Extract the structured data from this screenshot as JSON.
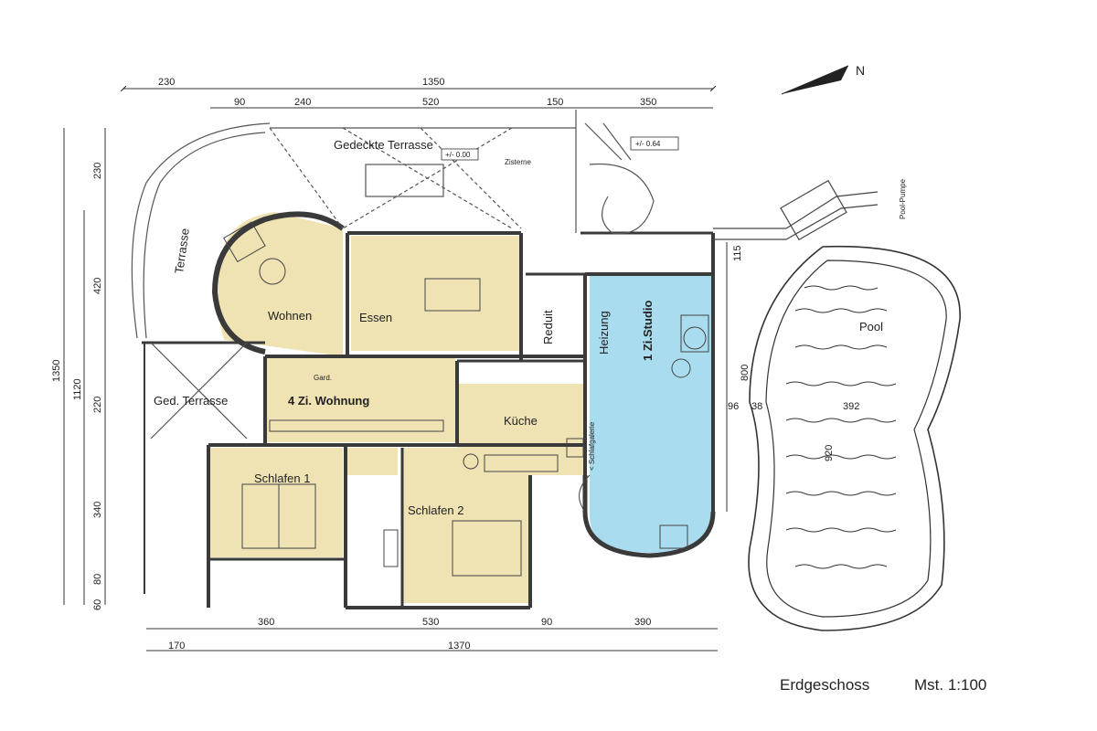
{
  "north_label": "N",
  "rooms": {
    "gedeckte_terrasse": "Gedeckte Terrasse",
    "terrasse": "Terrasse",
    "wohnen": "Wohnen",
    "essen": "Essen",
    "reduit": "Reduit",
    "heizung": "Heizung",
    "studio": "1 Zi.Studio",
    "ged_terrasse": "Ged. Terrasse",
    "wohnung": "4  Zi. Wohnung",
    "gard": "Gard.",
    "kueche": "Küche",
    "schlafgalerie": "< Schlafgalerie",
    "schlafen1": "Schlafen 1",
    "schlafen2": "Schlafen 2",
    "pool": "Pool",
    "pool_pumpe": "Pool-Pumpe",
    "zisterne": "Zisterne"
  },
  "levels": {
    "level1": "+/- 0.00",
    "level2": "+/- 0.64"
  },
  "dimensions": {
    "top_row1": [
      "230",
      "1350"
    ],
    "top_row2": [
      "90",
      "240",
      "520",
      "150",
      "350"
    ],
    "bottom_row1": [
      "360",
      "530",
      "90",
      "390"
    ],
    "bottom_row2": [
      "170",
      "1370"
    ],
    "left_outer": "1350",
    "left_mid": "1120",
    "left_inner": [
      "230",
      "420",
      "220",
      "340",
      "80",
      "60"
    ],
    "right": [
      "115",
      "800",
      "96",
      "38"
    ],
    "pool_width": "392",
    "pool_length": "920"
  },
  "caption": {
    "title": "Erdgeschoss",
    "scale": "Mst. 1:100"
  },
  "colors": {
    "beige": "#efe3b4",
    "blue": "#a9dcee",
    "wall": "#3a3a3a"
  }
}
